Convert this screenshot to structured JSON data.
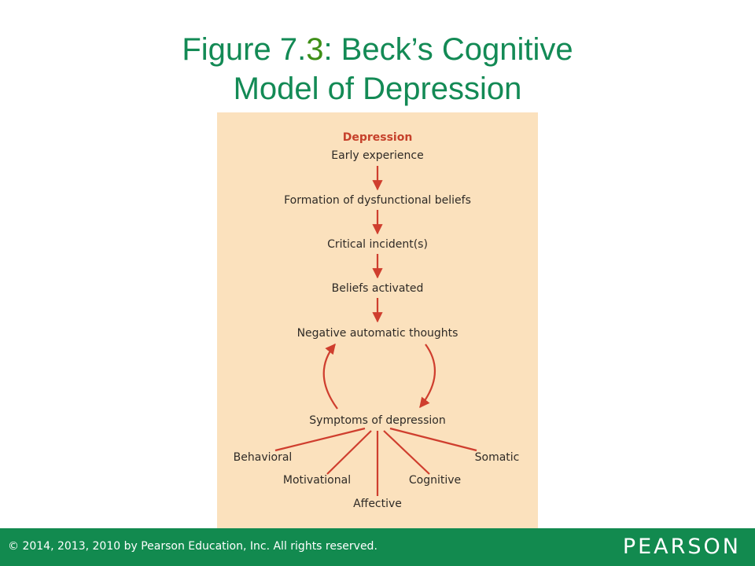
{
  "title": {
    "line1_pre": "Figure 7.",
    "line1_num": "3",
    "line1_post": ": Beck’s Cognitive",
    "line2": "Model of Depression"
  },
  "diagram": {
    "heading": "Depression",
    "steps": [
      "Early experience",
      "Formation of dysfunctional beliefs",
      "Critical incident(s)",
      "Beliefs activated",
      "Negative automatic thoughts",
      "Symptoms of depression"
    ],
    "symptom_types": [
      "Behavioral",
      "Motivational",
      "Affective",
      "Cognitive",
      "Somatic"
    ],
    "colors": {
      "arrow": "#cf3e2e",
      "heading": "#c6412b",
      "panel": "#fbe1bd",
      "title": "#138a55"
    }
  },
  "footer": {
    "copyright": "© 2014, 2013, 2010 by Pearson Education, Inc. All rights reserved.",
    "brand": "PEARSON"
  }
}
